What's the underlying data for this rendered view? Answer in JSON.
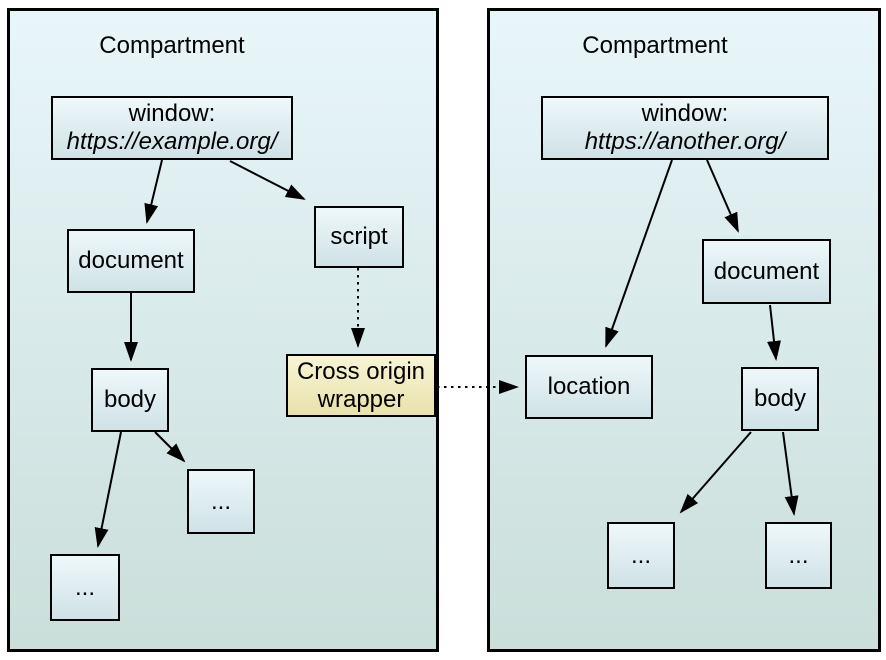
{
  "left_compartment": {
    "title": "Compartment",
    "window": {
      "line1": "window:",
      "line2": "https://example.org/"
    },
    "document_label": "document",
    "script_label": "script",
    "body_label": "body",
    "ellipsis_a": "...",
    "ellipsis_b": "...",
    "wrapper": {
      "line1": "Cross origin",
      "line2": "wrapper"
    }
  },
  "right_compartment": {
    "title": "Compartment",
    "window": {
      "line1": "window:",
      "line2": "https://another.org/"
    },
    "location_label": "location",
    "document_label": "document",
    "body_label": "body",
    "ellipsis_a": "...",
    "ellipsis_b": "..."
  },
  "colors": {
    "compartment_gradient_top": "#e8f6fa",
    "compartment_gradient_bottom": "#cadeda",
    "node_gradient_top": "#eef8fa",
    "node_gradient_bottom": "#cfe2e6",
    "wrapper_gradient_top": "#f8f4d5",
    "wrapper_gradient_bottom": "#e9e2ab",
    "stroke": "#000000"
  }
}
